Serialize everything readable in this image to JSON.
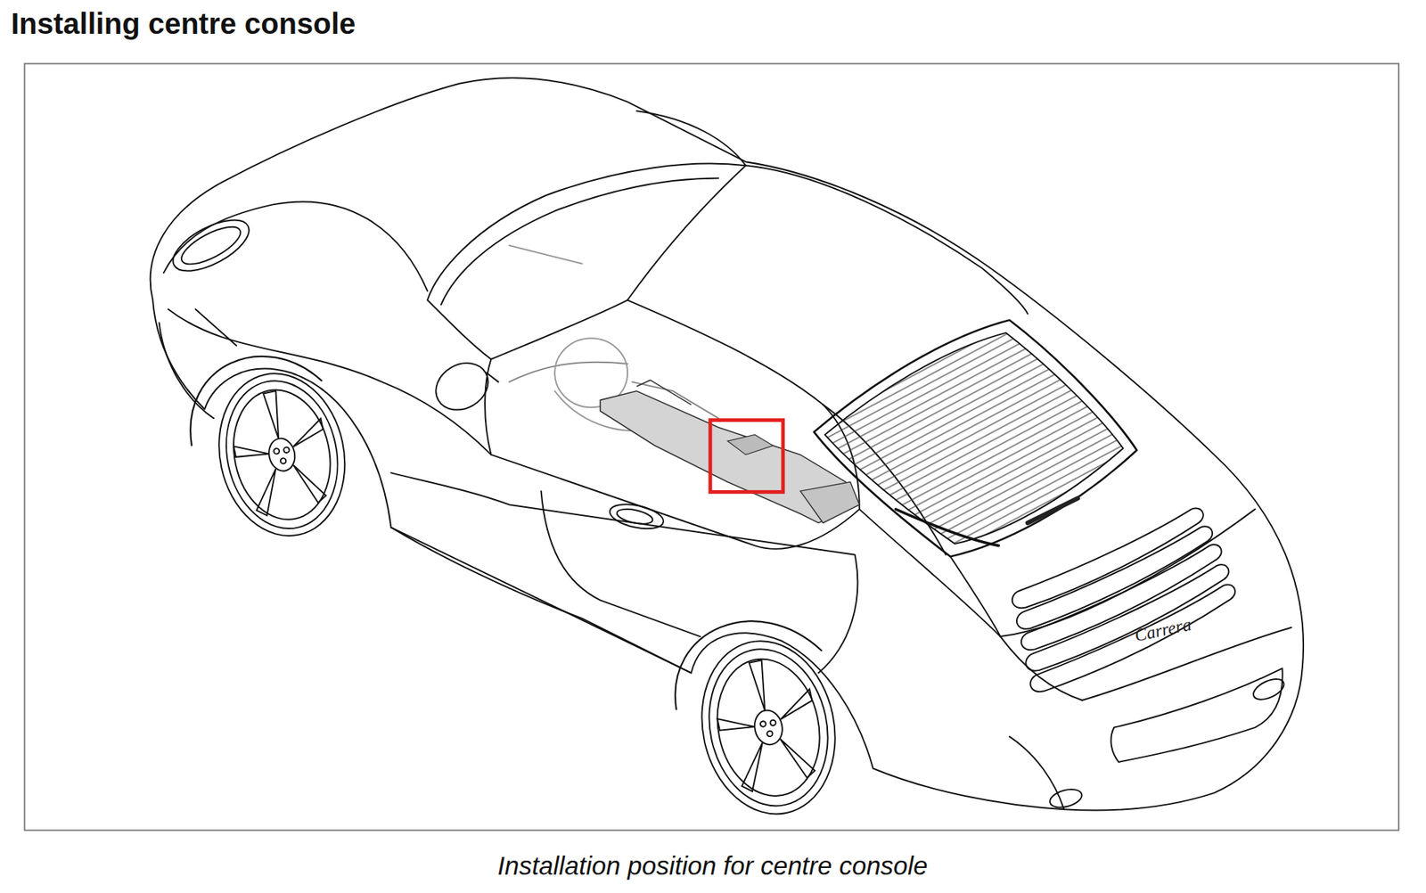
{
  "diagram": {
    "title": "Installing centre console",
    "caption": "Installation position for centre console",
    "labels": [
      "Carrera"
    ]
  }
}
